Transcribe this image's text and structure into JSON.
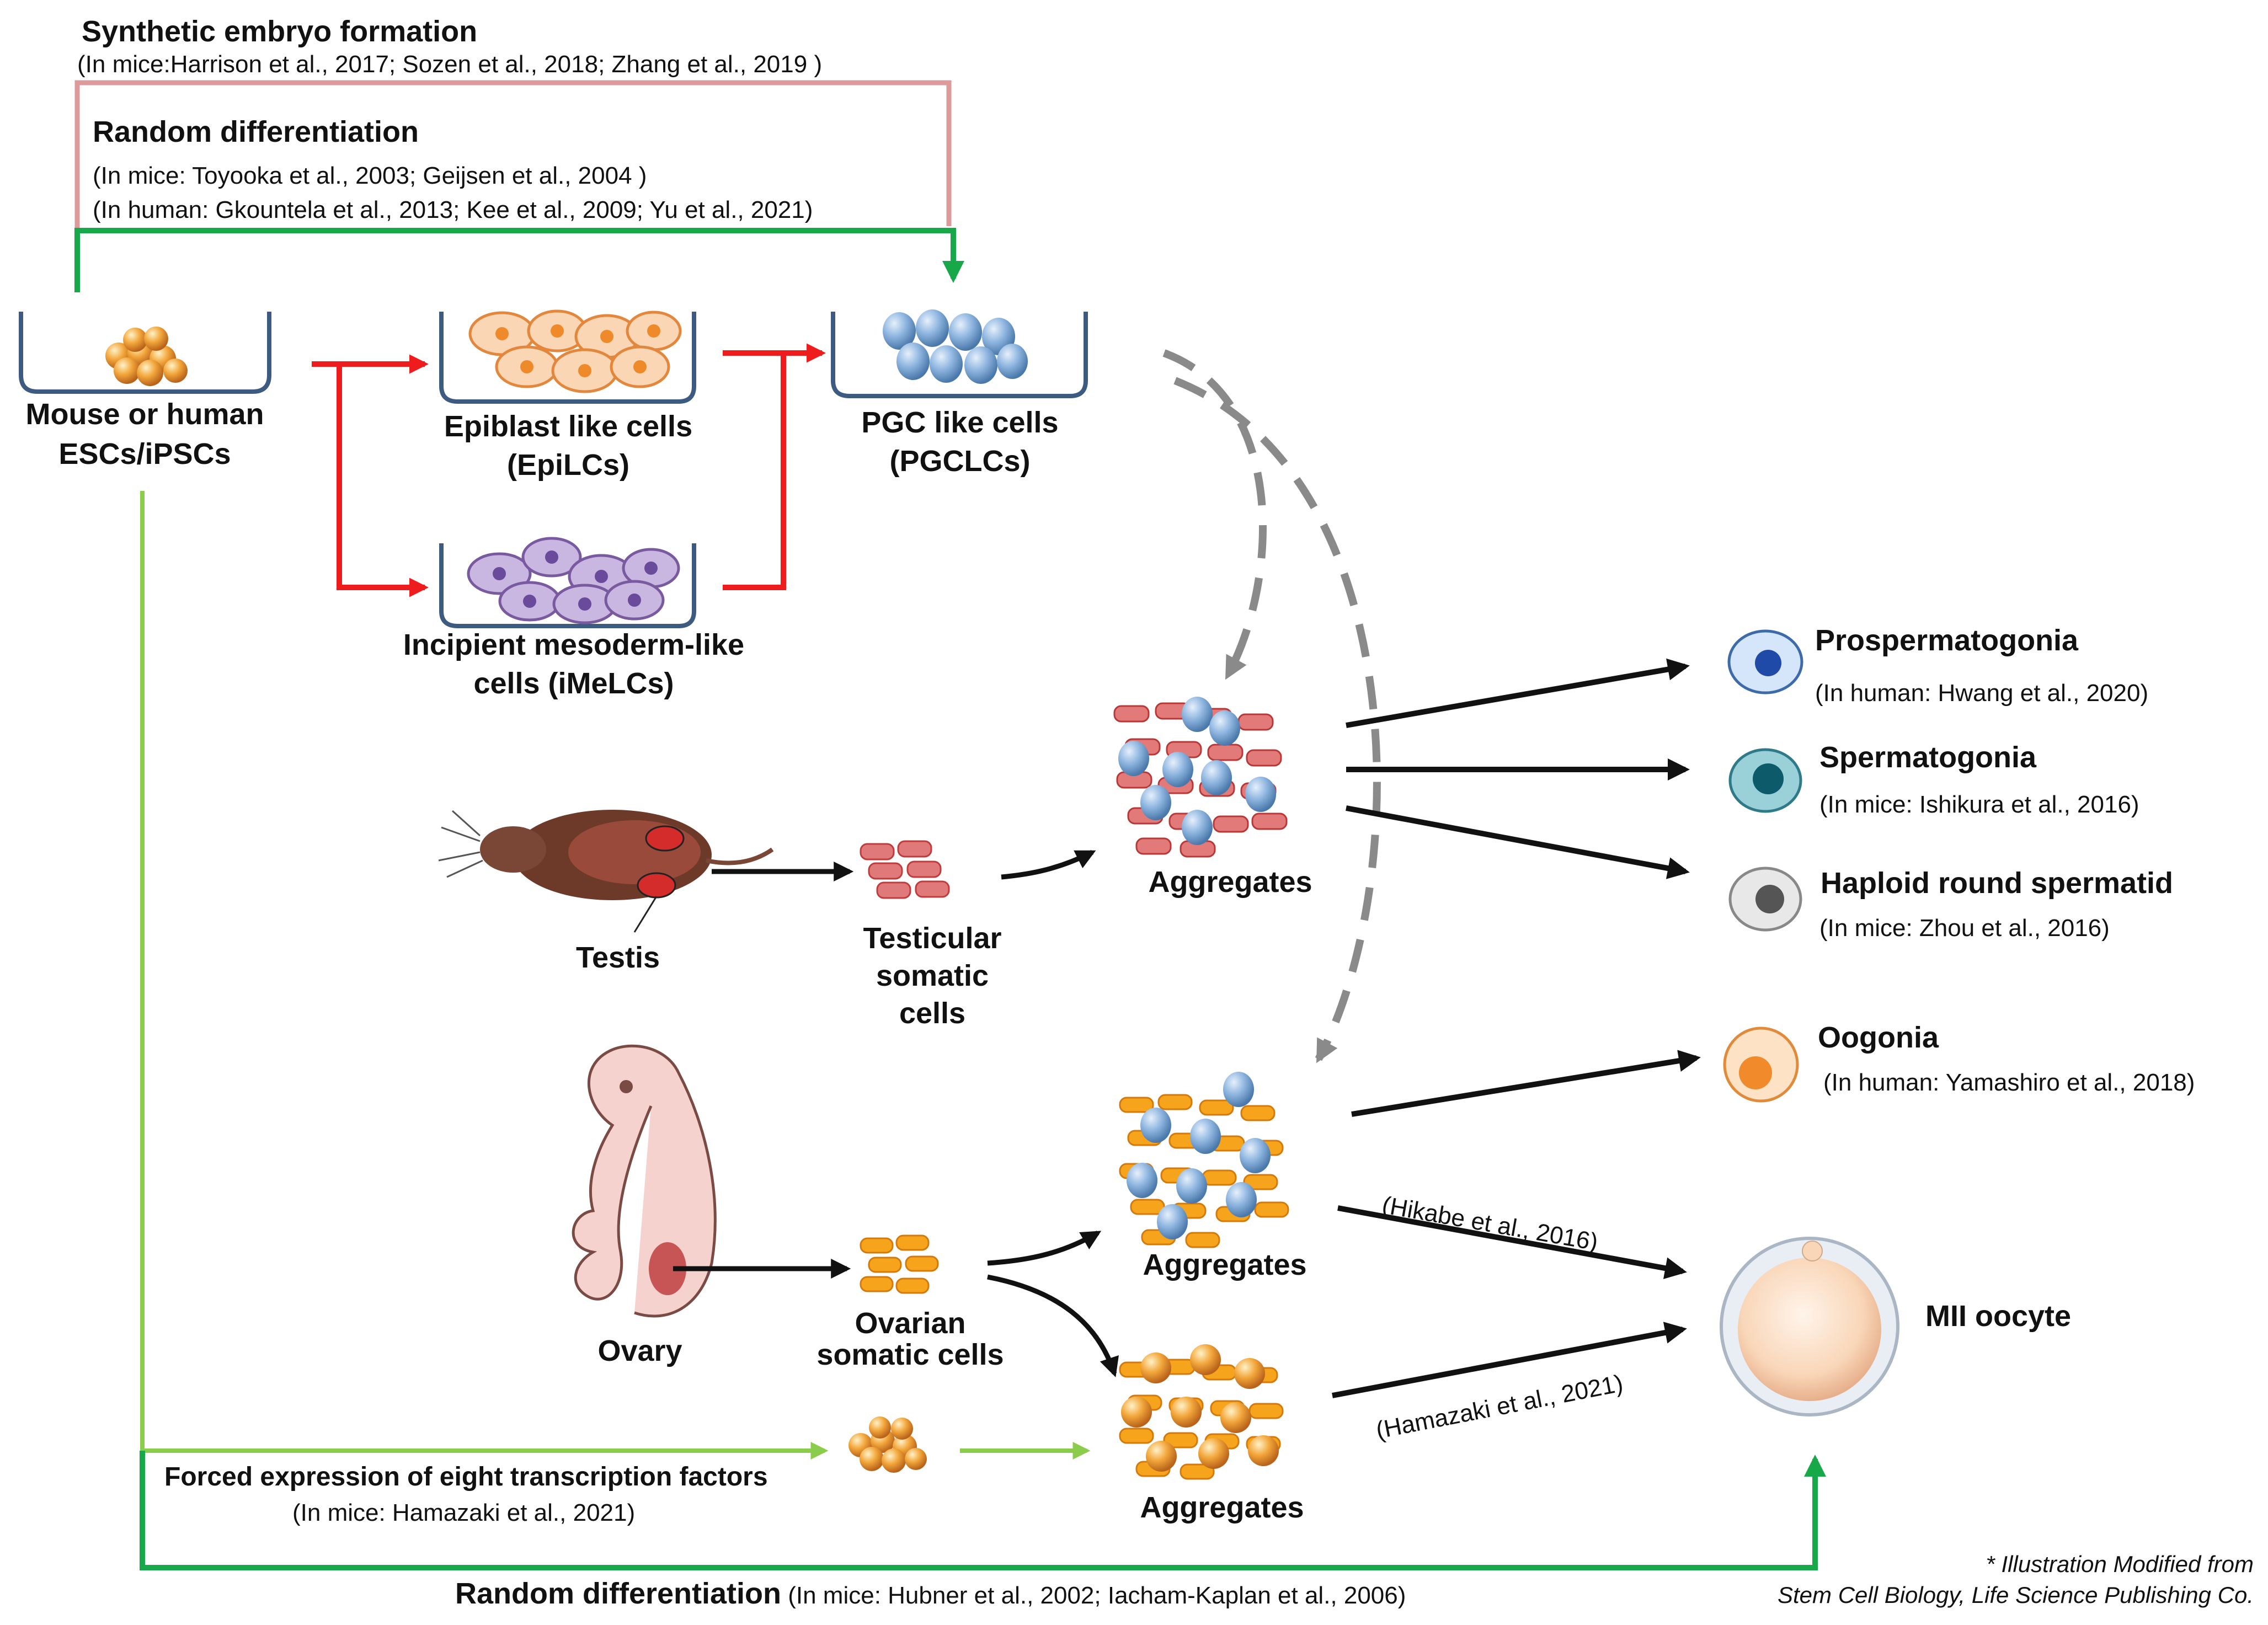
{
  "top": {
    "synthetic_title": "Synthetic embryo formation",
    "synthetic_cite": "(In mice:Harrison et al., 2017; Sozen et al., 2018; Zhang et al., 2019 )",
    "random_title": "Random differentiation",
    "random_cite_mice": "(In mice: Toyooka et al., 2003; Geijsen et al., 2004 )",
    "random_cite_human": "(In human: Gkountela et al., 2013; Kee et al., 2009; Yu et al., 2021)"
  },
  "cells": {
    "esc_line1": "Mouse or human",
    "esc_line2": "ESCs/iPSCs",
    "epi_line1": "Epiblast like cells",
    "epi_line2": "(EpiLCs)",
    "pgc_line1": "PGC like cells",
    "pgc_line2": "(PGCLCs)",
    "imel_line1": "Incipient mesoderm-like",
    "imel_line2": "cells (iMeLCs)"
  },
  "tissues": {
    "testis": "Testis",
    "testicular_1": "Testicular",
    "testicular_2": "somatic",
    "testicular_3": "cells",
    "ovary": "Ovary",
    "ovarian_1": "Ovarian",
    "ovarian_2": "somatic cells",
    "aggregates": "Aggregates"
  },
  "outcomes": {
    "prosperm": "Prospermatogonia",
    "prosperm_cite": "(In human: Hwang et al., 2020)",
    "sperm": "Spermatogonia",
    "sperm_cite": "(In mice: Ishikura et al., 2016)",
    "haploid": "Haploid round spermatid",
    "haploid_cite": "(In mice: Zhou et al., 2016)",
    "oogonia": "Oogonia",
    "oogonia_cite": "(In human: Yamashiro et al., 2018)",
    "mii": "MII oocyte",
    "hikabe": "(Hikabe et al., 2016)",
    "hamazaki": "(Hamazaki et al., 2021)"
  },
  "bottom": {
    "forced_title": "Forced expression of eight transcription factors",
    "forced_cite": "(In mice: Hamazaki et al., 2021)",
    "random_title": "Random differentiation",
    "random_cite": " (In mice: Hubner et al., 2002; Iacham-Kaplan et al., 2006)",
    "credit1": "* Illustration Modified from",
    "credit2": "Stem Cell Biology, Life Science Publishing Co."
  },
  "colors": {
    "red_arrow": "#ee1c1c",
    "green_dark": "#17a84a",
    "green_light": "#8ccc4c",
    "pink_line": "#dd9a9a",
    "dish": "#3d5a80",
    "dashed": "#8a8a8a"
  }
}
